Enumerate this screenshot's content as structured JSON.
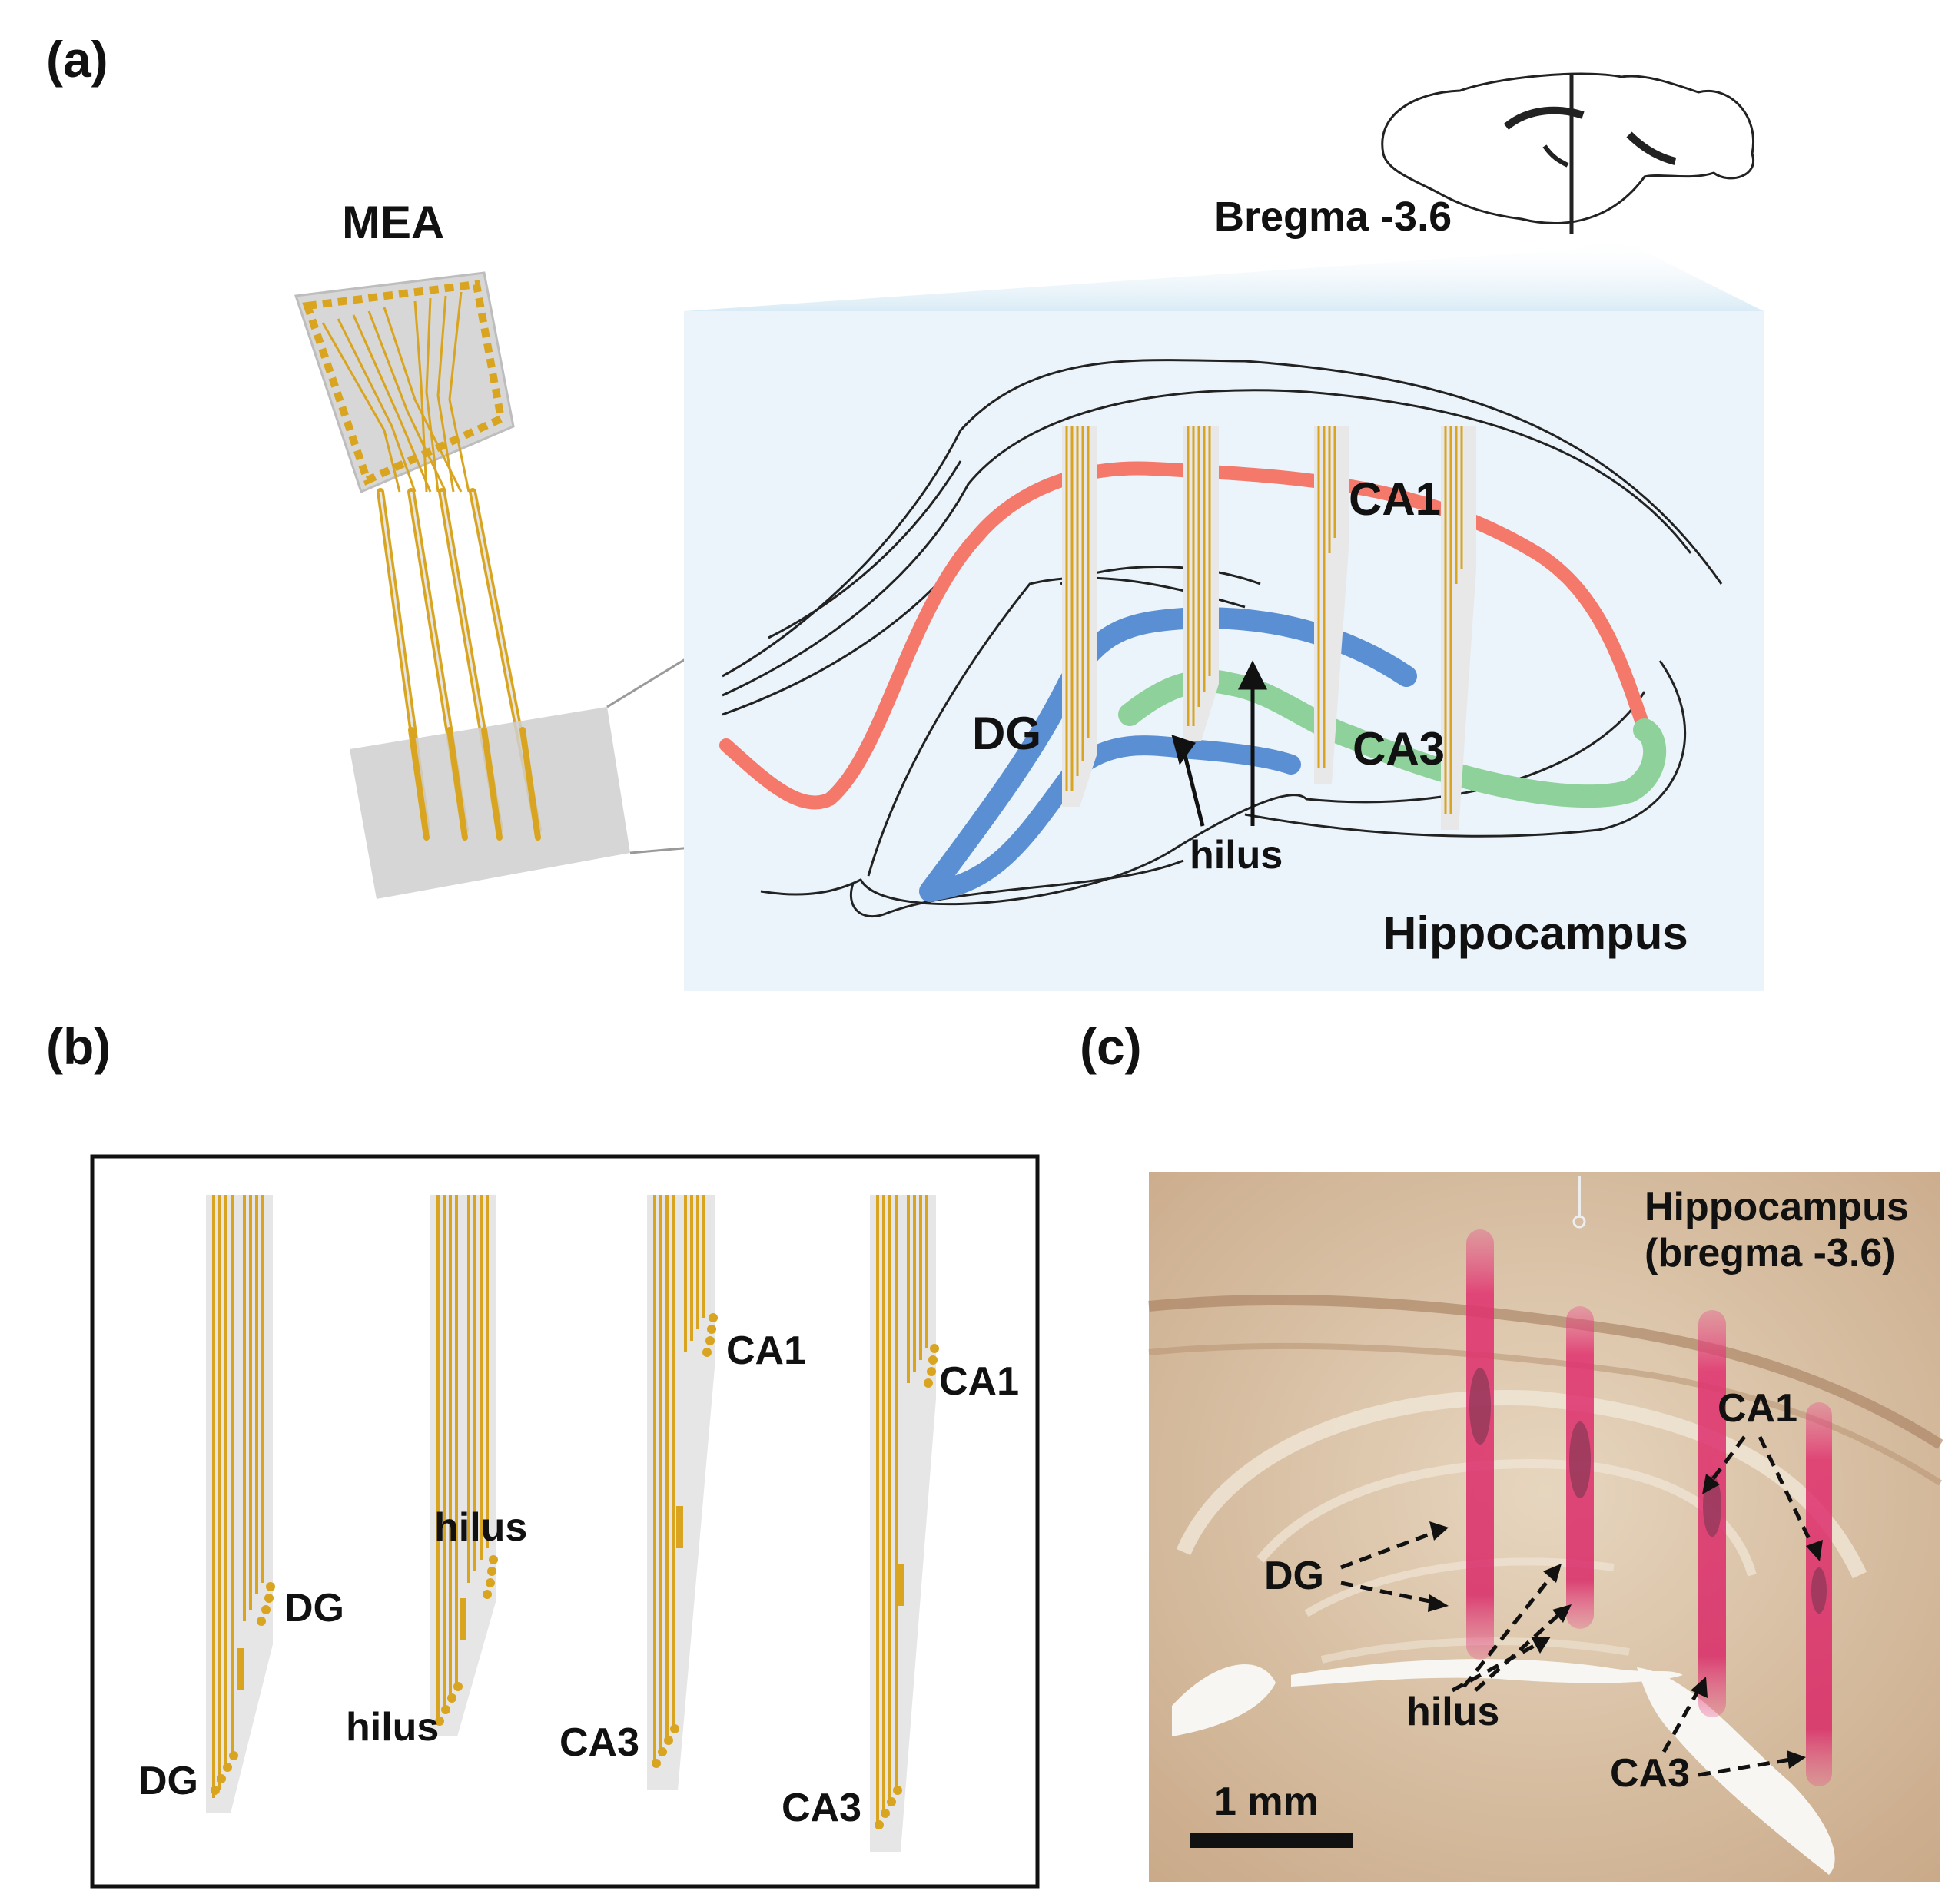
{
  "panels": {
    "a": "(a)",
    "b": "(b)",
    "c": "(c)"
  },
  "panel_a": {
    "mea_label": "MEA",
    "bregma_label": "Bregma -3.6",
    "region_labels": {
      "ca1": "CA1",
      "ca3": "CA3",
      "dg": "DG",
      "hilus": "hilus"
    },
    "structure_label": "Hippocampus"
  },
  "panel_b": {
    "shanks": [
      {
        "upper": "DG",
        "lower": "DG"
      },
      {
        "upper": "hilus",
        "lower": "hilus"
      },
      {
        "upper": "CA1",
        "lower": "CA3"
      },
      {
        "upper": "CA1",
        "lower": "CA3"
      }
    ]
  },
  "panel_c": {
    "title_line1": "Hippocampus",
    "title_line2": "(bregma -3.6)",
    "ca1": "CA1",
    "dg": "DG",
    "hilus": "hilus",
    "ca3": "CA3",
    "scale_label": "1 mm"
  },
  "colors": {
    "ca1": "#f4796b",
    "dg": "#5b8fd4",
    "ca3": "#8fd19a",
    "gold": "#d9a520",
    "tissue": "#d8bea0",
    "dye": "#e0306e",
    "highlight_bg": "#eaf4fa"
  }
}
